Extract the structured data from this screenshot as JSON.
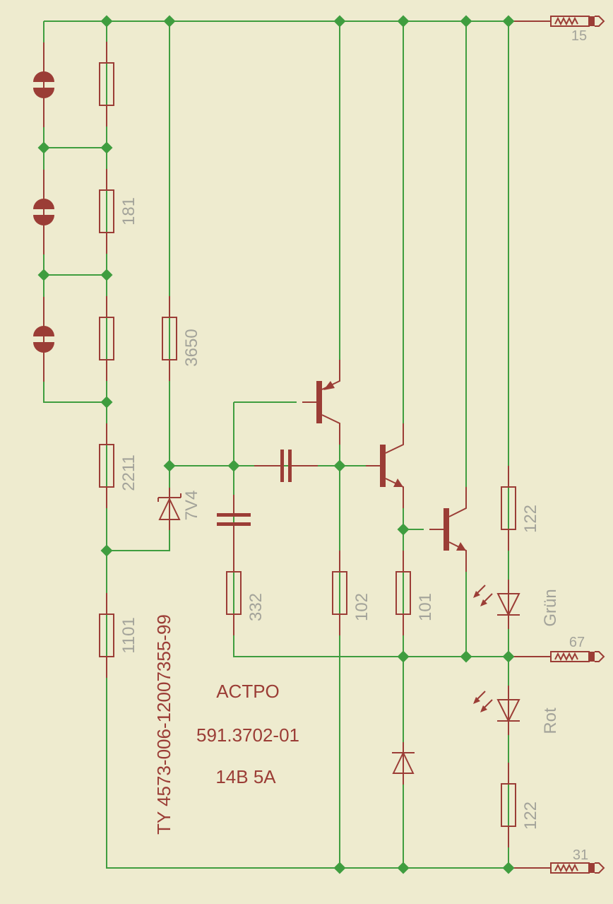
{
  "title_lines": [
    "ACTPO",
    "591.3702-01",
    "14B 5A"
  ],
  "standard": "TY 4573-006-12007355-99",
  "components": {
    "r_181": "181",
    "r_2211": "2211",
    "r_1101": "1101",
    "r_3650": "3650",
    "zener": "7V4",
    "r_332": "332",
    "r_102": "102",
    "r_101": "101",
    "r_122_top": "122",
    "r_122_bottom": "122",
    "led_green": "Grün",
    "led_red": "Rot"
  },
  "pins": {
    "p15": "15",
    "p67": "67",
    "p31": "31"
  },
  "colors": {
    "background": "#eeebcf",
    "wire": "#3f9d3f",
    "symbol": "#9b3d36",
    "label": "#a3a39a"
  }
}
